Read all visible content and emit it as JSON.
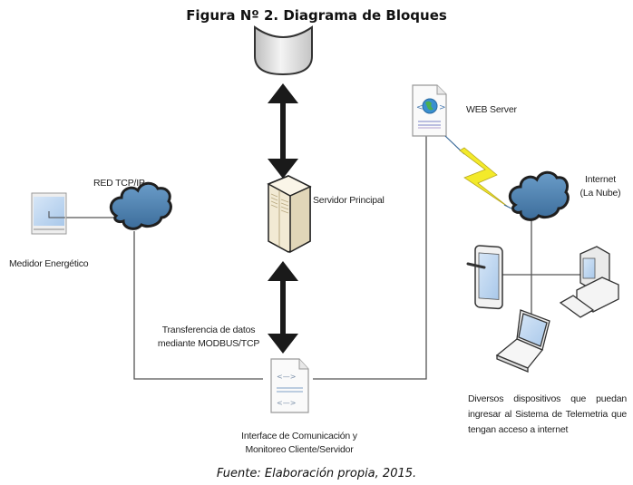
{
  "figure": {
    "title": "Figura Nº 2. Diagrama de Bloques",
    "caption": "Fuente: Elaboración propia, 2015."
  },
  "nodes": {
    "database": {
      "icon": "database-cylinder-icon"
    },
    "main_server": {
      "label": "Servidor Principal",
      "icon": "server-tower-icon"
    },
    "energy_meter": {
      "label": "Medidor Energético",
      "icon": "meter-monitor-icon"
    },
    "tcp_network": {
      "label": "RED TCP/IP",
      "icon": "cloud-icon"
    },
    "web_server": {
      "label": "WEB Server",
      "icon": "web-document-icon"
    },
    "internet": {
      "label_line1": "Internet",
      "label_line2": "(La Nube)",
      "icon": "cloud-icon"
    },
    "interface": {
      "label_line1": "Interface de Comunicación y",
      "label_line2": "Monitoreo Cliente/Servidor",
      "icon": "code-document-icon"
    },
    "transfer": {
      "label_line1": "Transferencia de datos",
      "label_line2": "mediante MODBUS/TCP"
    },
    "devices": {
      "label": "Diversos dispositivos que puedan ingresar al Sistema de Telemetria que tengan acceso a internet",
      "items": [
        "tablet",
        "desktop-computer",
        "laptop"
      ]
    }
  },
  "colors": {
    "cloud": "#4a7fae",
    "cloud_dark": "#2f5a82",
    "arrow": "#1a1a1a",
    "line": "#555555",
    "lightning": "#f3ea2a",
    "server": "#efe6cf"
  }
}
